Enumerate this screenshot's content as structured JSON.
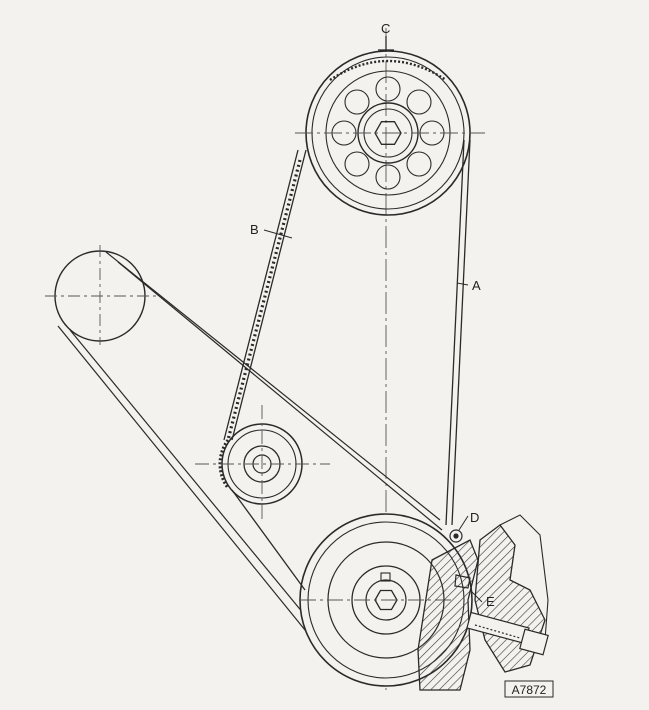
{
  "labels": {
    "c": "C",
    "b": "B",
    "a": "A",
    "d": "D",
    "e": "E"
  },
  "figure_ref": "A7872",
  "colors": {
    "background": "#f4f2ee",
    "line": "#2a2a2a",
    "centerline": "#555555",
    "hatch": "#3a3a3a"
  }
}
